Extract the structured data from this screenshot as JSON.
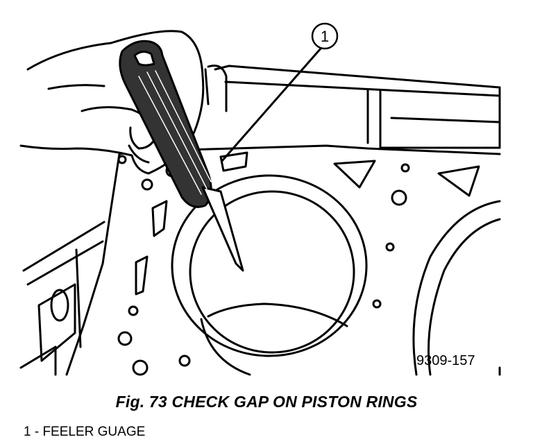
{
  "figure": {
    "callout_number": "1",
    "reference_code": "9309-157"
  },
  "caption": "Fig. 73 CHECK GAP ON PISTON RINGS",
  "legend": [
    "1 - FEELER GUAGE"
  ]
}
